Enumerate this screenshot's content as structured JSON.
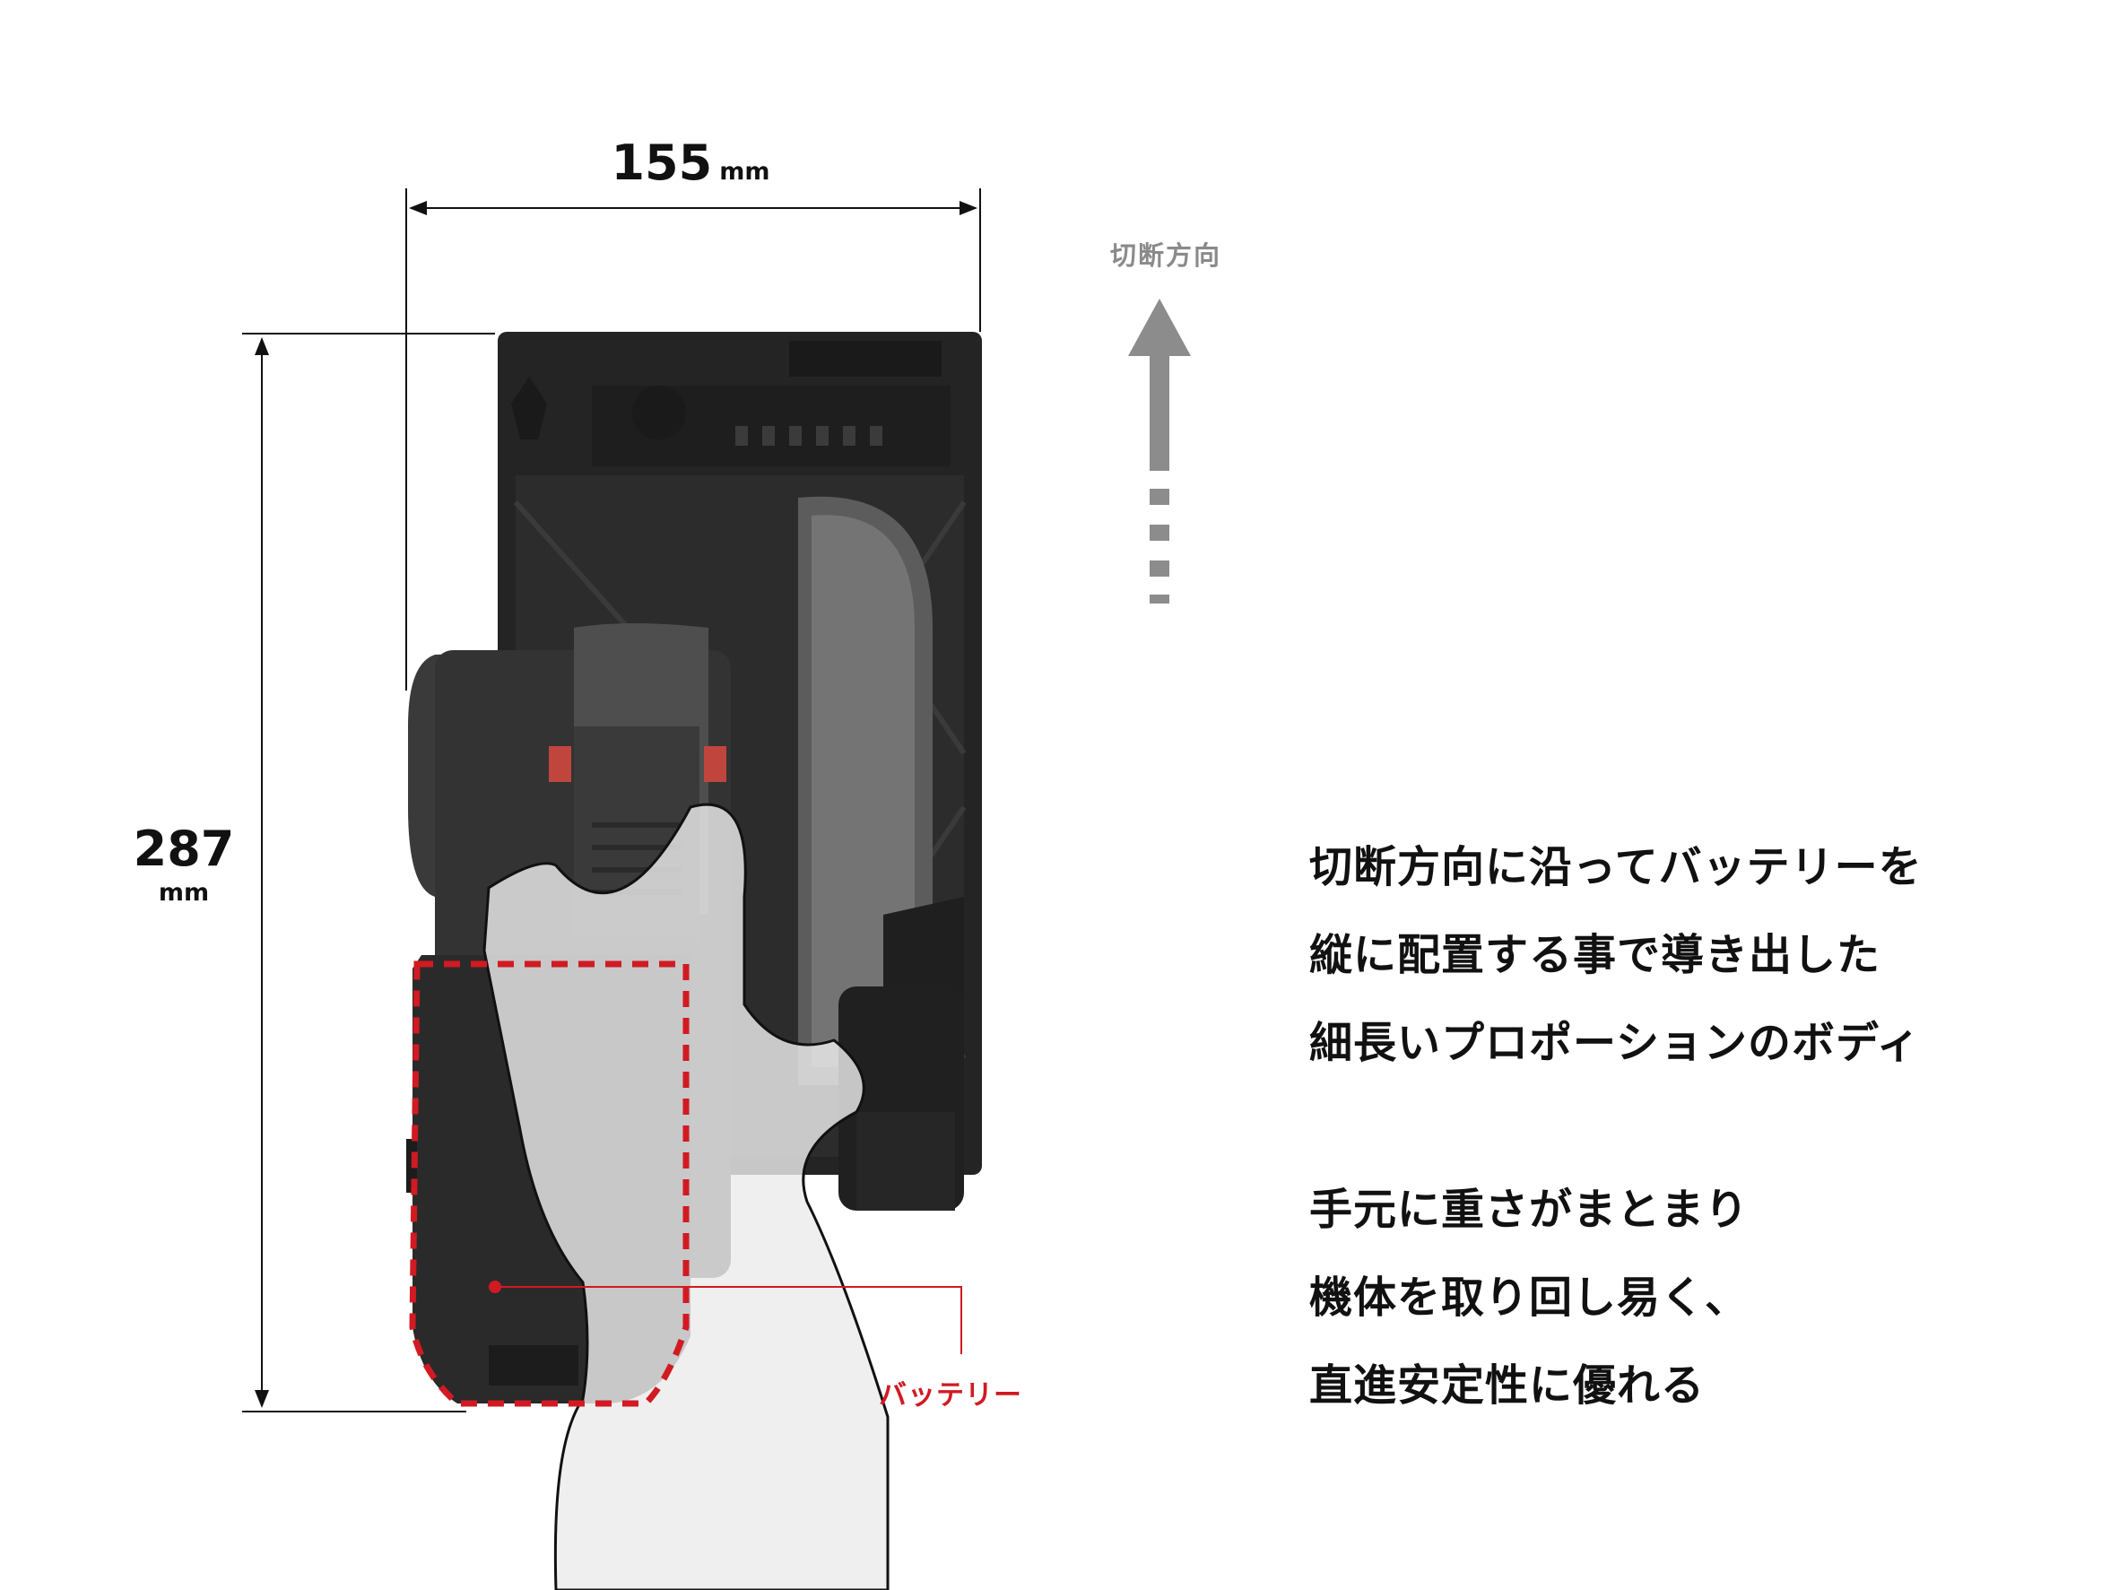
{
  "dimensions": {
    "width_value": "155",
    "width_unit": "mm",
    "height_value": "287",
    "height_unit": "mm"
  },
  "cut_direction_label": "切断方向",
  "battery_label": "バッテリー",
  "description_lines": [
    "切断方向に沿ってバッテリーを",
    "縦に配置する事で導き出した",
    "細長いプロポーションのボディ"
  ],
  "benefit_lines": [
    "手元に重さがまとまり",
    "機体を取り回し易く、",
    "直進安定性に優れる"
  ],
  "colors": {
    "accent_red": "#d11a22",
    "arrow_gray": "#8c8c8c",
    "tool_body": "#2e2e2e"
  }
}
